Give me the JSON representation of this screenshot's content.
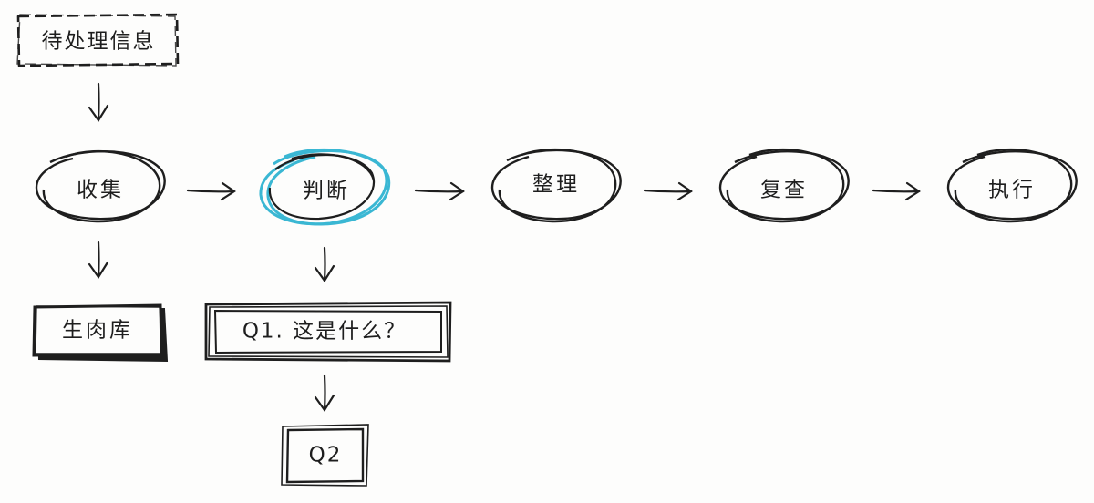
{
  "diagram": {
    "source_box": {
      "label": "待处理信息"
    },
    "stages": [
      {
        "label": "收集"
      },
      {
        "label": "判断",
        "highlight_color": "#3ab7d3"
      },
      {
        "label": "整理"
      },
      {
        "label": "复查"
      },
      {
        "label": "执行"
      }
    ],
    "branches": {
      "collect_box": {
        "label": "生肉库"
      },
      "judge_box": {
        "label": "Q1. 这是什么？"
      },
      "next_box": {
        "label": "Q2"
      }
    },
    "colors": {
      "ink": "#1e1e1e",
      "highlight": "#3ab7d3",
      "background": "#fdfdfc"
    }
  }
}
